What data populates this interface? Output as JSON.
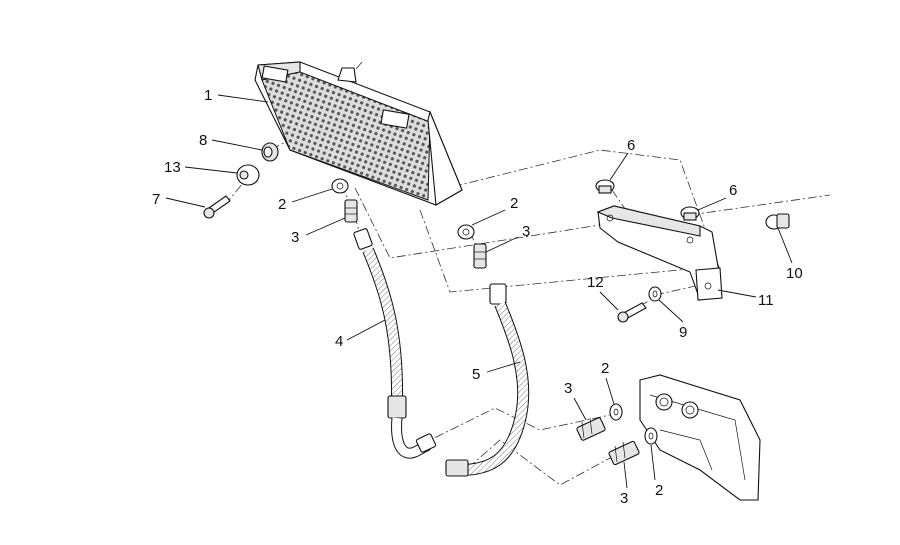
{
  "diagram": {
    "callouts": {
      "c1": "1",
      "c8": "8",
      "c13": "13",
      "c7": "7",
      "c2a": "2",
      "c3a": "3",
      "c4": "4",
      "c2b": "2",
      "c3b": "3",
      "c5": "5",
      "c6a": "6",
      "c6b": "6",
      "c10": "10",
      "c12": "12",
      "c9": "9",
      "c11": "11",
      "c3c": "3",
      "c2c": "2",
      "c3d": "3",
      "c2d": "2"
    }
  }
}
